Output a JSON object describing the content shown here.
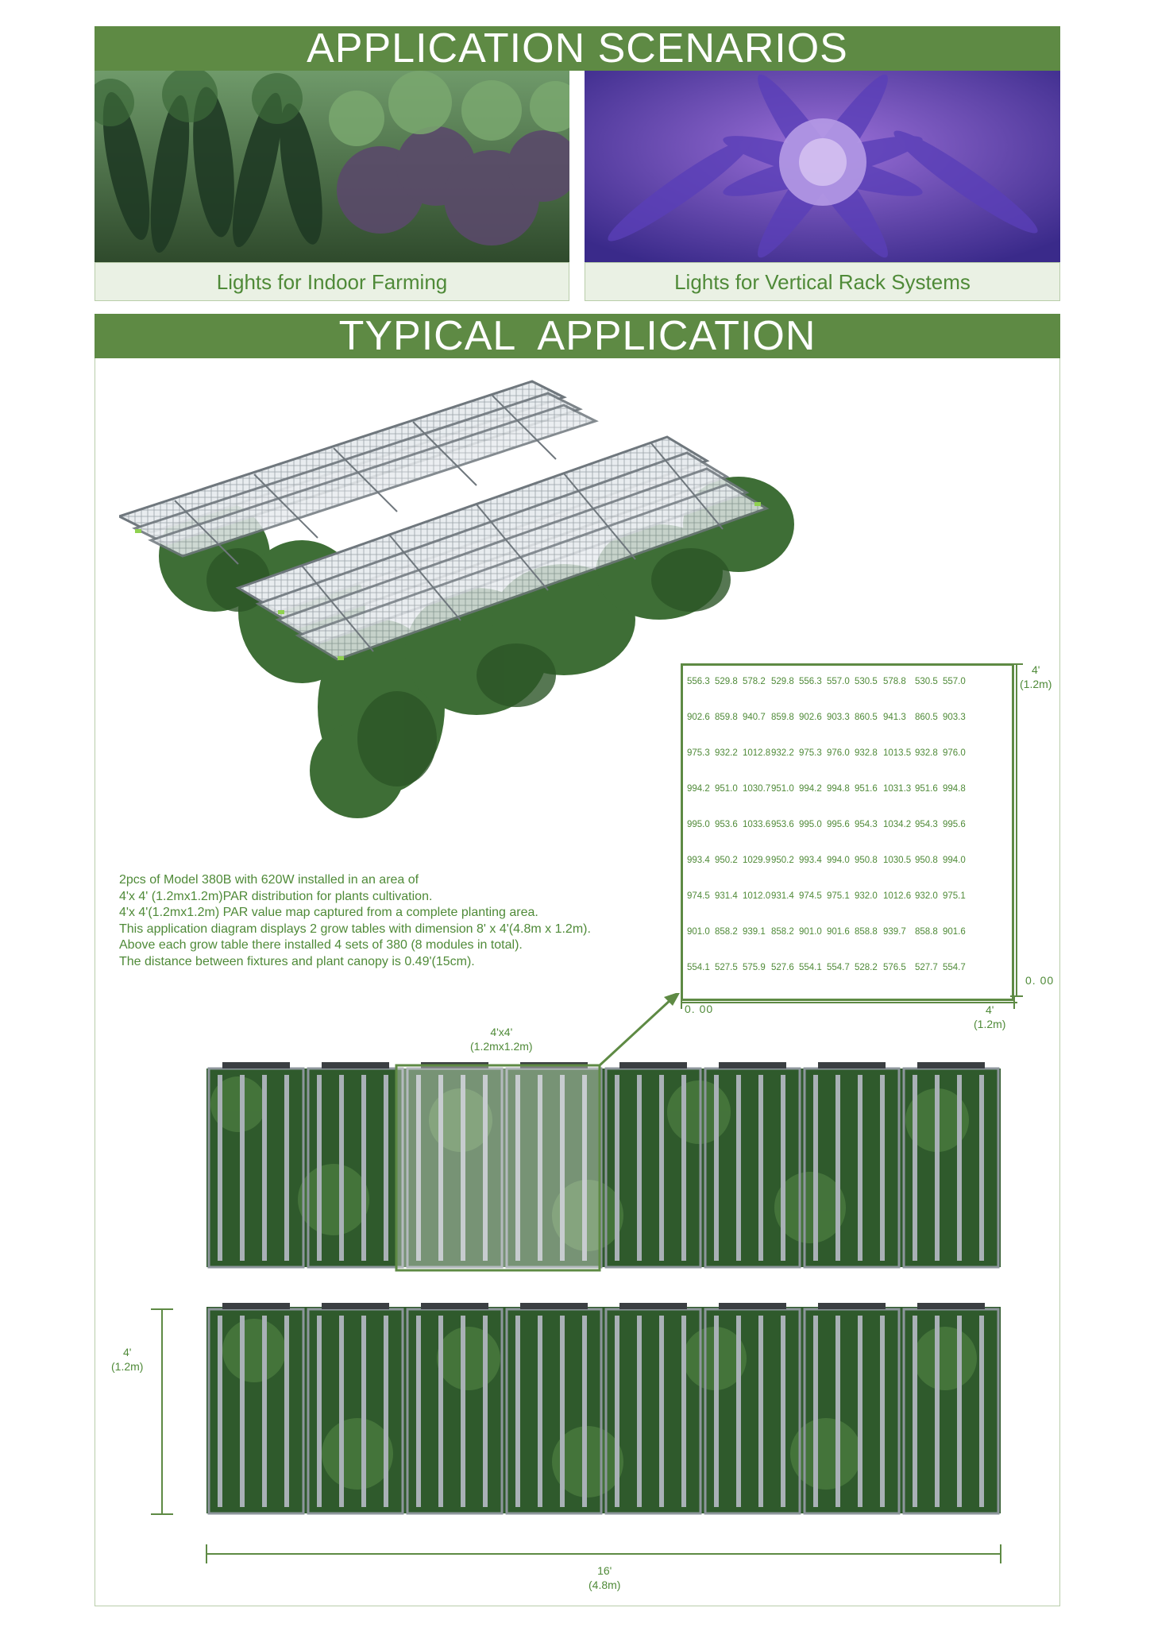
{
  "banner1": "APPLICATION SCENARIOS",
  "banner2": "TYPICAL  APPLICATION",
  "scenarios": [
    {
      "caption": "Lights for Indoor Farming"
    },
    {
      "caption": "Lights for Vertical Rack Systems"
    }
  ],
  "description": [
    "2pcs of Model 380B with 620W installed in an area of",
    "4'x 4' (1.2mx1.2m)PAR distribution for plants cultivation.",
    "4'x 4'(1.2mx1.2m) PAR value map captured from a complete planting area.",
    "This application diagram displays 2 grow tables with dimension 8' x 4'(4.8m x 1.2m).",
    "Above each grow table there installed 4 sets of 380 (8 modules in total).",
    "The distance between fixtures and plant canopy is 0.49'(15cm)."
  ],
  "par_map": {
    "rows": [
      [
        "556.3",
        "529.8",
        "578.2",
        "529.8",
        "556.3",
        "557.0",
        "530.5",
        "578.8",
        "530.5",
        "557.0"
      ],
      [
        "902.6",
        "859.8",
        "940.7",
        "859.8",
        "902.6",
        "903.3",
        "860.5",
        "941.3",
        "860.5",
        "903.3"
      ],
      [
        "975.3",
        "932.2",
        "1012.8",
        "932.2",
        "975.3",
        "976.0",
        "932.8",
        "1013.5",
        "932.8",
        "976.0"
      ],
      [
        "994.2",
        "951.0",
        "1030.7",
        "951.0",
        "994.2",
        "994.8",
        "951.6",
        "1031.3",
        "951.6",
        "994.8"
      ],
      [
        "995.0",
        "953.6",
        "1033.6",
        "953.6",
        "995.0",
        "995.6",
        "954.3",
        "1034.2",
        "954.3",
        "995.6"
      ],
      [
        "993.4",
        "950.2",
        "1029.9",
        "950.2",
        "993.4",
        "994.0",
        "950.8",
        "1030.5",
        "950.8",
        "994.0"
      ],
      [
        "974.5",
        "931.4",
        "1012.0",
        "931.4",
        "974.5",
        "975.1",
        "932.0",
        "1012.6",
        "932.0",
        "975.1"
      ],
      [
        "901.0",
        "858.2",
        "939.1",
        "858.2",
        "901.0",
        "901.6",
        "858.8",
        "939.7",
        "858.8",
        "901.6"
      ],
      [
        "554.1",
        "527.5",
        "575.9",
        "527.6",
        "554.1",
        "554.7",
        "528.2",
        "576.5",
        "527.7",
        "554.7"
      ]
    ],
    "axis_origin_x": "0. 00",
    "axis_origin_y": "0. 00",
    "right_dim_ft": "4'",
    "right_dim_m": "(1.2m)",
    "bottom_dim_ft": "4'",
    "bottom_dim_m": "(1.2m)"
  },
  "highlight_dim": {
    "ft": "4'x4'",
    "m": "(1.2mx1.2m)"
  },
  "table_height_dim": {
    "ft": "4'",
    "m": "(1.2m)"
  },
  "table_width_dim": {
    "ft": "16'",
    "m": "(4.8m)"
  },
  "colors": {
    "accent": "#5e8a44",
    "caption_bg": "#eaf1e4",
    "text": "#4f8a38"
  }
}
